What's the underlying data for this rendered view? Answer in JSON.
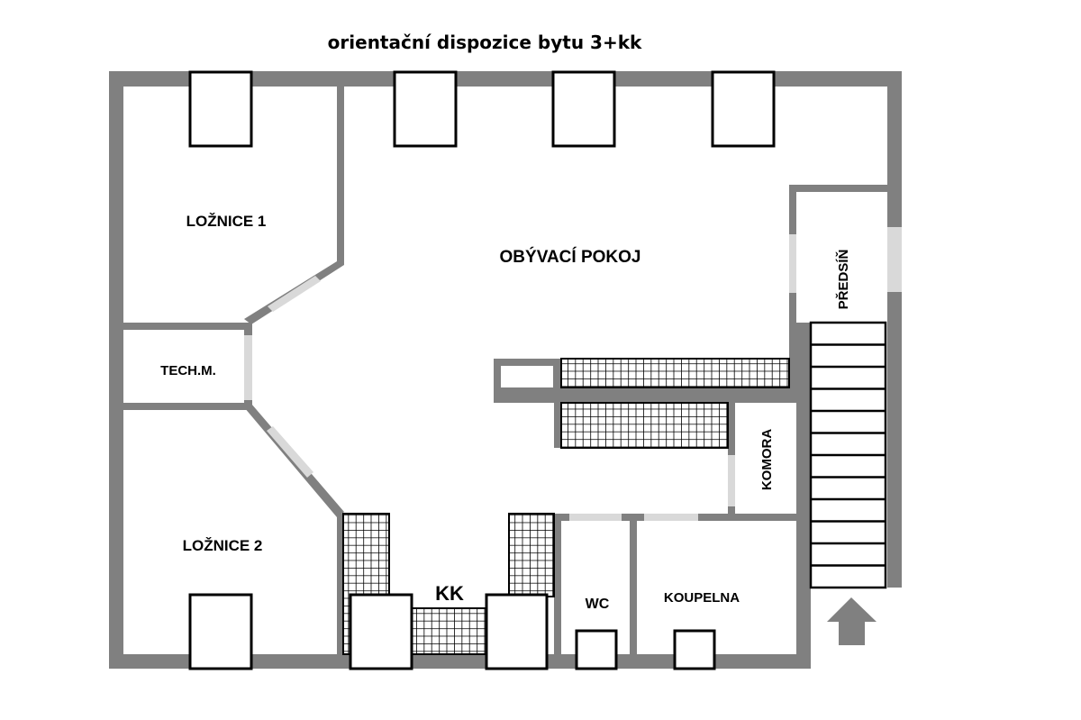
{
  "title": "orientační dispozice bytu 3+kk",
  "rooms": {
    "bedroom1": "LOŽNICE 1",
    "living": "OBÝVACÍ  POKOJ",
    "hall": "PŘEDSÍŇ",
    "tech": "TECH.M.",
    "pantry": "KOMORA",
    "bedroom2": "LOŽNICE 2",
    "kitchen": "KK",
    "wc": "WC",
    "bathroom": "KOUPELNA"
  },
  "colors": {
    "wall": "#808080",
    "door": "#d9d9d9"
  },
  "icons": {
    "entrance": "arrow-up-icon"
  }
}
